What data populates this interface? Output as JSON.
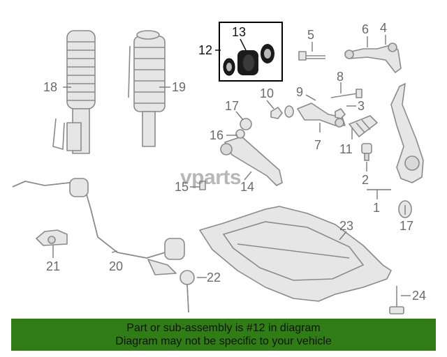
{
  "diagram": {
    "callouts": {
      "c1": "1",
      "c2": "2",
      "c3": "3",
      "c4": "4",
      "c5": "5",
      "c6": "6",
      "c7": "7",
      "c8": "8",
      "c9": "9",
      "c10": "10",
      "c11": "11",
      "c12": "12",
      "c13": "13",
      "c14": "14",
      "c15": "15",
      "c16": "16",
      "c17a": "17",
      "c17b": "17",
      "c18": "18",
      "c19": "19",
      "c20": "20",
      "c21": "21",
      "c22": "22",
      "c23": "23",
      "c24": "24"
    },
    "highlighted_part": "12",
    "colors": {
      "banner": "#2f7d14",
      "highlight_box": "#000000",
      "parts": "#8a8a8a"
    }
  },
  "watermark": "vparts",
  "banner": {
    "line1": "Part or sub-assembly is #12 in diagram",
    "line2": "Diagram may not be specific to your vehicle"
  }
}
